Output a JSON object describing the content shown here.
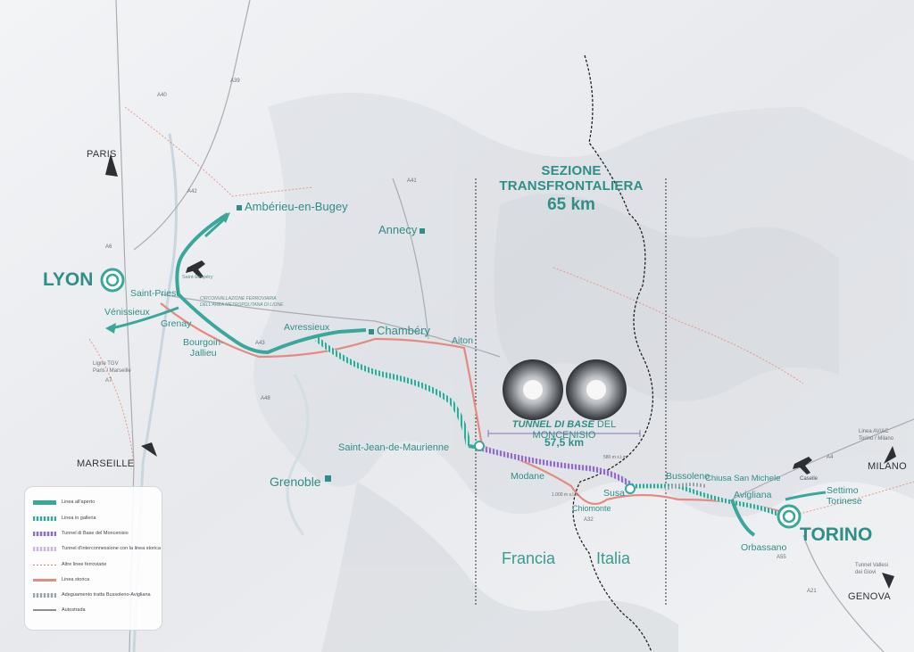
{
  "section": {
    "title": "SEZIONE TRANSFRONTALIERA",
    "length": "65 km"
  },
  "tunnel": {
    "title_bold": "TUNNEL DI BASE",
    "title_rest": "DEL MONCENISIO",
    "length": "57,5 km"
  },
  "cities": {
    "lyon": "LYON",
    "torino": "TORINO",
    "saint_priest": "Saint-Priest",
    "venissieux": "Vénissieux",
    "grenay": "Grenay",
    "bourgoin": "Bourgoin-\nJallieu",
    "amberieu": "Ambérieu-en-Bugey",
    "annecy": "Annecy",
    "chambery": "Chambéry",
    "avressieux": "Avressieux",
    "aiton": "Aiton",
    "grenoble": "Grenoble",
    "saint_jean": "Saint-Jean-de-Maurienne",
    "modane": "Modane",
    "susa": "Susa",
    "chiomonte": "Chiomonte",
    "bussoleno": "Bussoleno",
    "chiusa": "Chiusa San Michele",
    "avigliana": "Avigliana",
    "settimo": "Settimo\nTorinese",
    "orbassano": "Orbassano",
    "saint_exupery": "Saint-Exupéry",
    "caselle": "Caselle"
  },
  "directions": {
    "paris": "PARIS",
    "marseille": "MARSEILLE",
    "milano": "MILANO",
    "genova": "GENOVA"
  },
  "countries": {
    "france": "Francia",
    "italy": "Italia"
  },
  "notes": {
    "contournement": "CIRCONVALLAZIONE FERROVIARIA\nDELL'AREA METROPOLITANA DI LIONE",
    "ligne_tgv": "Ligne TGV\nParis / Marseille",
    "linea_avac": "Linea AV/AC\nTorino / Milano",
    "tunnel_vallesi": "Tunnel Vallesi\ndei Giovi",
    "alt_580": "580 m s.l.m.",
    "alt_1000": "1.000 m s.l.m."
  },
  "roads": [
    "A6",
    "A40",
    "A39",
    "A42",
    "A43",
    "A41",
    "A48",
    "A7",
    "A32",
    "A4",
    "A21",
    "A55"
  ],
  "legend": [
    {
      "label": "Linea all'aperto",
      "color": "#3aa79b",
      "pattern": "solid"
    },
    {
      "label": "Linea in galleria",
      "color": "#8fd3c9",
      "pattern": "hatch"
    },
    {
      "label": "Tunnel di Base del Moncenisio",
      "color": "#8c6fbd",
      "pattern": "hatch"
    },
    {
      "label": "Tunnel d'interconnessione con la linea storica",
      "color": "#c7b6e3",
      "pattern": "hatch"
    },
    {
      "label": "Altre linee ferroviarie",
      "color": "#e07a72",
      "pattern": "dotted"
    },
    {
      "label": "Linea storica",
      "color": "#e58a80",
      "pattern": "solid"
    },
    {
      "label": "Adeguamento tratta Bussoleno-Avigliana",
      "color": "#9aa3aa",
      "pattern": "hatch"
    },
    {
      "label": "Autostrada",
      "color": "#8a9096",
      "pattern": "solid"
    }
  ],
  "colors": {
    "line_open": "#3aa79b",
    "line_tunnel": "#8fd3c9",
    "base_tunnel": "#8c6fbd",
    "historic": "#e58a80",
    "border": "#222222"
  }
}
